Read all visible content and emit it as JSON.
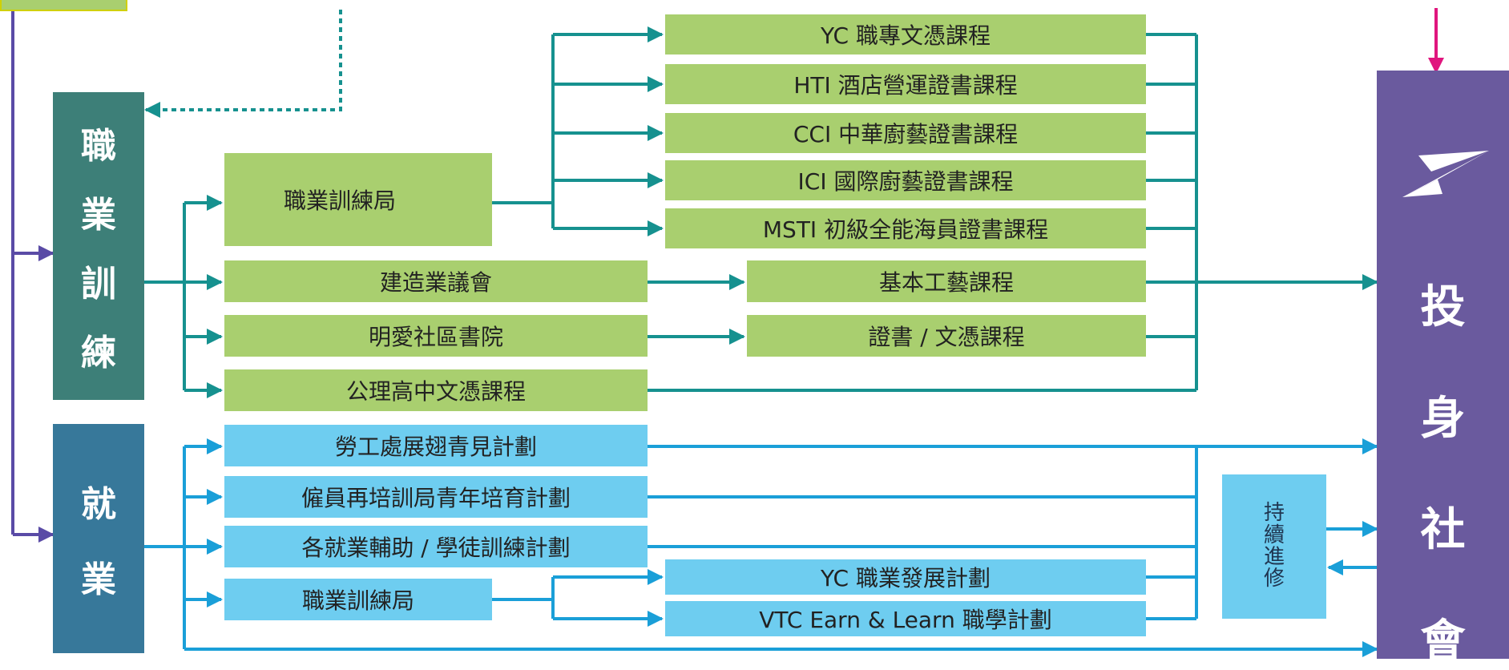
{
  "colors": {
    "green": "#a9cf6f",
    "blue": "#6ecdf0",
    "teal_box": "#3d7f78",
    "blue_box": "#37789a",
    "purple_box": "#6a5a9e",
    "teal_line": "#16918f",
    "blue_line": "#1a9fd8",
    "purple_line": "#5a4ba6",
    "pink_line": "#e0167e"
  },
  "left": {
    "vocational_training": [
      "職",
      "業",
      "訓",
      "練"
    ],
    "employment": [
      "就",
      "業"
    ]
  },
  "right": {
    "enter_society": [
      "投",
      "身",
      "社",
      "會"
    ],
    "logo_icon": "paper-plane-icon",
    "continuing": [
      "持",
      "續",
      "進",
      "修"
    ]
  },
  "training": {
    "vtc": "職業訓練局",
    "cic": "建造業議會",
    "caritas": "明愛社區書院",
    "dse": "公理高中文憑課程",
    "vtc_courses": [
      "YC 職專文憑課程",
      "HTI 酒店營運證書課程",
      "CCI 中華廚藝證書課程",
      "ICI 國際廚藝證書課程",
      "MSTI 初級全能海員證書課程"
    ],
    "basic_craft": "基本工藝課程",
    "cert_diploma": "證書 / 文憑課程"
  },
  "employment": {
    "labour": "勞工處展翅青見計劃",
    "erb": "僱員再培訓局青年培育計劃",
    "assist": "各就業輔助 / 學徒訓練計劃",
    "vtc": "職業訓練局",
    "yc_career": "YC 職業發展計劃",
    "earn_learn": "VTC Earn & Learn 職學計劃"
  }
}
